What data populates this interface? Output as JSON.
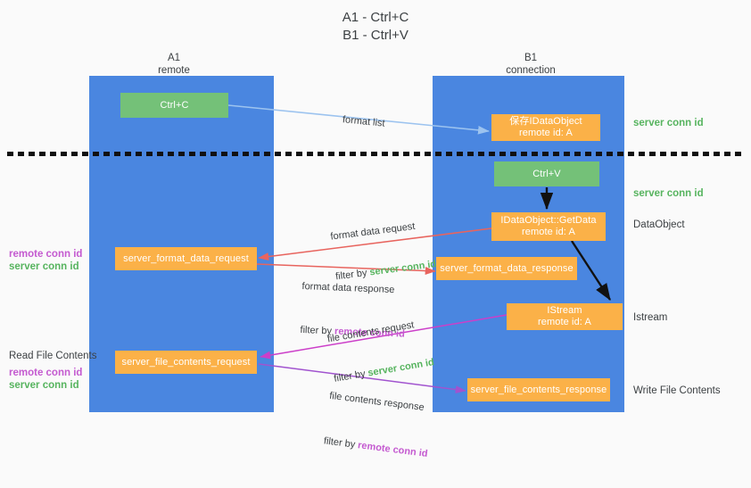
{
  "title": "A1 - Ctrl+C\nB1 - Ctrl+V",
  "columns": [
    {
      "name": "a1",
      "label": "A1\nremote"
    },
    {
      "name": "b1",
      "label": "B1\nconnection"
    }
  ],
  "nodes": [
    {
      "name": "ctrl-c",
      "label": "Ctrl+C",
      "color": "green"
    },
    {
      "name": "save-idataobject",
      "label": "保存IDataObject\nremote id: A",
      "color": "orange"
    },
    {
      "name": "ctrl-v",
      "label": "Ctrl+V",
      "color": "green"
    },
    {
      "name": "idataobject-getdata",
      "label": "IDataObject::GetData\nremote id: A",
      "color": "orange"
    },
    {
      "name": "server-format-data-request",
      "label": "server_format_data_request",
      "color": "orange"
    },
    {
      "name": "server-format-data-response",
      "label": "server_format_data_response",
      "color": "orange"
    },
    {
      "name": "istream",
      "label": "IStream\nremote id: A",
      "color": "orange"
    },
    {
      "name": "server-file-contents-request",
      "label": "server_file_contents_request",
      "color": "orange"
    },
    {
      "name": "server-file-contents-response",
      "label": "server_file_contents_response",
      "color": "orange"
    }
  ],
  "right_annotations": [
    {
      "name": "server-conn-id-top",
      "text": "server conn id",
      "color": "green"
    },
    {
      "name": "server-conn-id-second",
      "text": "server conn id",
      "color": "green"
    },
    {
      "name": "dataobject",
      "text": "DataObject",
      "color": "dark"
    },
    {
      "name": "istream-label",
      "text": "Istream",
      "color": "dark"
    },
    {
      "name": "write-file-contents",
      "text": "Write File Contents",
      "color": "dark"
    }
  ],
  "left_annotations": [
    {
      "name": "remote-conn-id-format",
      "text": "remote conn id",
      "color": "purple"
    },
    {
      "name": "server-conn-id-format",
      "text": "server conn id",
      "color": "green"
    },
    {
      "name": "read-file-contents",
      "text": "Read File Contents",
      "color": "dark"
    },
    {
      "name": "remote-conn-id-file",
      "text": "remote conn id",
      "color": "purple"
    },
    {
      "name": "server-conn-id-file",
      "text": "server conn id",
      "color": "green"
    }
  ],
  "edge_labels": [
    {
      "name": "format-list",
      "text": "format list",
      "filter_prefix": "",
      "filter_value": "",
      "filter_color": ""
    },
    {
      "name": "format-data-request",
      "text": "format data request",
      "filter_prefix": "filter by ",
      "filter_value": "server conn id",
      "filter_color": "green"
    },
    {
      "name": "format-data-response",
      "text": "format data response",
      "filter_prefix": "filter by ",
      "filter_value": "remote conn id",
      "filter_color": "purple"
    },
    {
      "name": "file-contents-request",
      "text": "file contents request",
      "filter_prefix": "filter by ",
      "filter_value": "server conn id",
      "filter_color": "green"
    },
    {
      "name": "file-contents-response",
      "text": "file contents response",
      "filter_prefix": "filter by ",
      "filter_value": "remote conn id",
      "filter_color": "purple"
    }
  ],
  "colors": {
    "lane": "#4a86e0",
    "green_node": "#74c178",
    "orange_node": "#fbb148",
    "green_text": "#57b45f",
    "purple_text": "#c45ad0",
    "arrow_blue": "#9cc3ef",
    "arrow_red": "#e8645e",
    "arrow_magenta": "#cc3fc9",
    "arrow_purple": "#a153cf",
    "arrow_black": "#111111",
    "background": "#fafafa"
  }
}
